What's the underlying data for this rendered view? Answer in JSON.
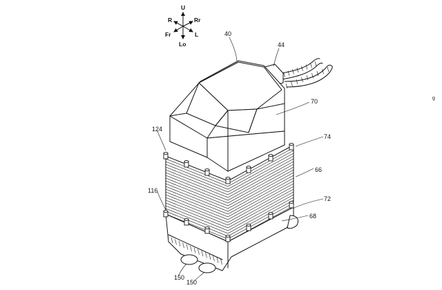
{
  "axes": {
    "up": "U",
    "down": "Lo",
    "front": "Fr",
    "rear": "Rr",
    "left": "L",
    "right": "R"
  },
  "labels": {
    "l40": "40",
    "l44": "44",
    "l70": "70",
    "l74": "74",
    "l124": "124",
    "l66": "66",
    "l116": "116",
    "l72": "72",
    "l68": "68",
    "l150a": "150",
    "l150b": "150"
  },
  "corner_mark": "g"
}
